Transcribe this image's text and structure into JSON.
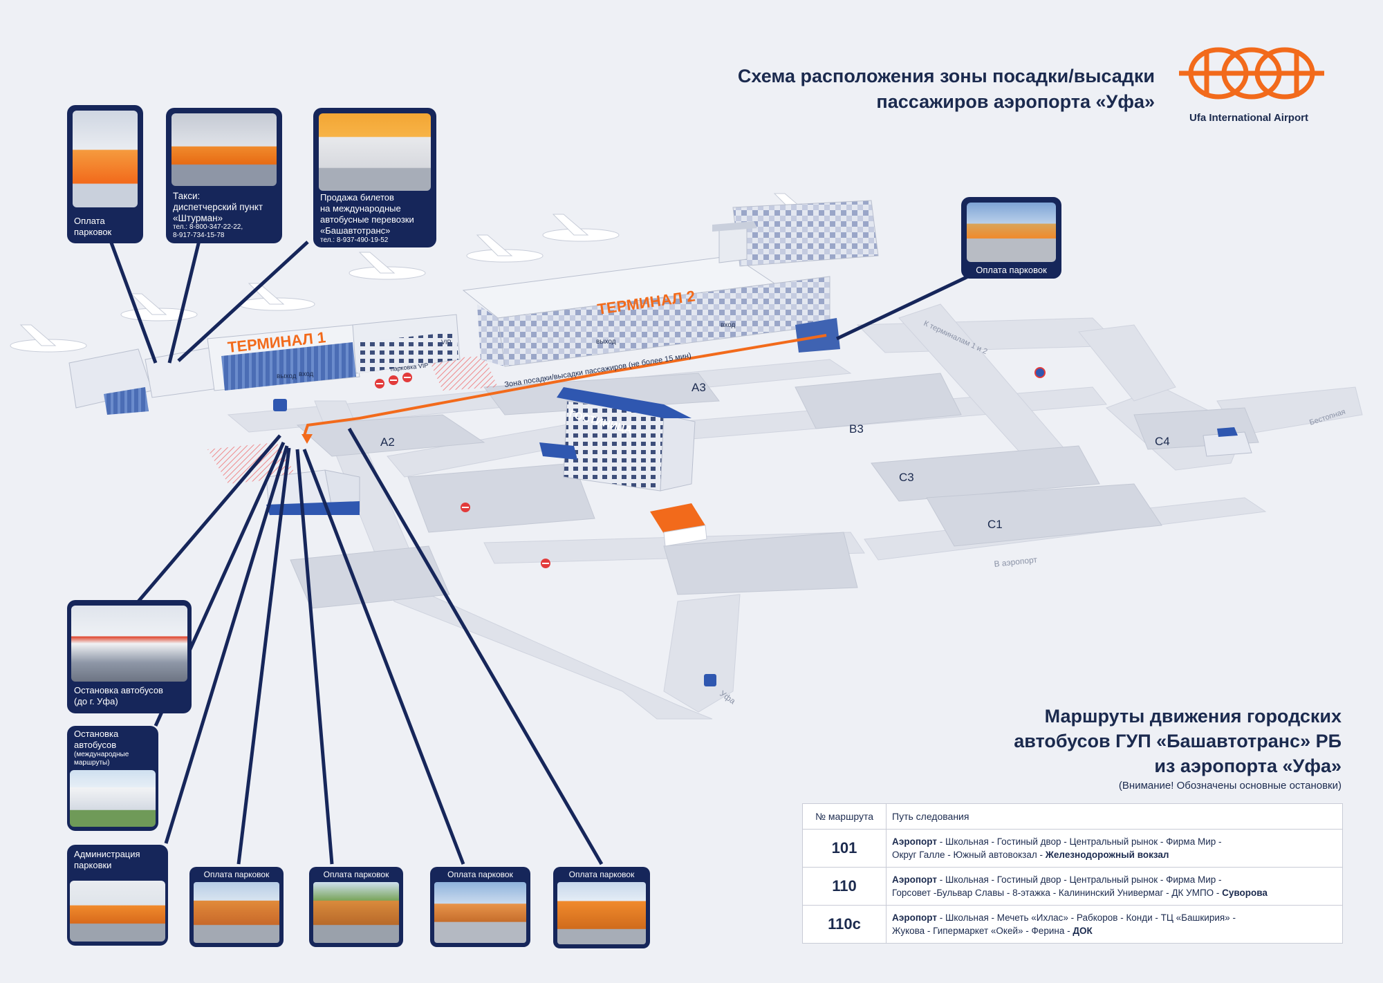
{
  "header": {
    "title_line1": "Схема расположения зоны посадки/высадки",
    "title_line2": "пассажиров аэропорта «Уфа»",
    "logo_caption": "Ufa International Airport"
  },
  "colors": {
    "navy": "#16265a",
    "orange": "#f26a1b",
    "background": "#eef0f5",
    "road": "#dfe2ea"
  },
  "map": {
    "terminal1": "ТЕРМИНАЛ 1",
    "terminal2": "ТЕРМИНАЛ 2",
    "hotel": "ГОСТИНИЦА",
    "exit_t1": "выход",
    "entry_t1": "вход",
    "exit_t2": "выход",
    "entry_t2": "вход",
    "vip_parking": "парковка VIP",
    "vip": "VIP",
    "dropoff_zone": "Зона посадки/высадки пассажиров (не более 15 мин)",
    "parking_labels": [
      "A2",
      "A3",
      "B3",
      "C3",
      "C1",
      "C4"
    ],
    "road_to_terminals": "К терминалам 1 и 2",
    "road_to_airport": "В аэропорт",
    "road_to_ufa": "Уфа",
    "road_bypass": "Бестопная"
  },
  "cards": {
    "parking_payment_top": "Оплата\nпарковок",
    "taxi_title": "Такси:\nдиспетчерский пункт\n«Штурман»",
    "taxi_phone": "тел.: 8-800-347-22-22,\n8-917-734-15-78",
    "tickets_title": "Продажа билетов\nна международные\nавтобусные перевозки\n«Башавтотранс»",
    "tickets_phone": "тел.: 8-937-490-19-52",
    "parking_payment_right": "Оплата парковок",
    "bus_stop_city": "Остановка автобусов\n(до г. Уфа)",
    "bus_stop_intl": "Остановка\nавтобусов",
    "bus_stop_intl_small": "(международные\nмаршруты)",
    "parking_admin": "Администрация\nпарковки",
    "bottom_parking": [
      "Оплата парковок",
      "Оплата парковок",
      "Оплата парковок",
      "Оплата парковок"
    ]
  },
  "routes": {
    "title_line1": "Маршруты движения городских",
    "title_line2": "автобусов ГУП «Башавтотранс» РБ",
    "title_line3": "из аэропорта «Уфа»",
    "note": "(Внимание! Обозначены основные остановки)",
    "col_number": "№ маршрута",
    "col_path": "Путь следования",
    "rows": [
      {
        "number": "101",
        "line1_bold": "Аэропорт",
        "line1": " - Школьная - Гостиный двор - Центральный рынок - Фирма Мир -",
        "line2": "Округ Галле - Южный автовокзал - ",
        "line2_bold": "Железнодорожный вокзал"
      },
      {
        "number": "110",
        "line1_bold": "Аэропорт",
        "line1": " - Школьная - Гостиный двор - Центральный рынок - Фирма Мир -",
        "line2": "Горсовет -Бульвар Славы - 8-этажка - Калининский Универмаг - ДК УМПО - ",
        "line2_bold": "Суворова"
      },
      {
        "number": "110с",
        "line1_bold": "Аэропорт",
        "line1": " - Школьная - Мечеть «Ихлас» - Рабкоров - Конди - ТЦ «Башкирия» -",
        "line2": "Жукова - Гипермаркет «Окей» - Ферина - ",
        "line2_bold": "ДОК"
      }
    ]
  }
}
